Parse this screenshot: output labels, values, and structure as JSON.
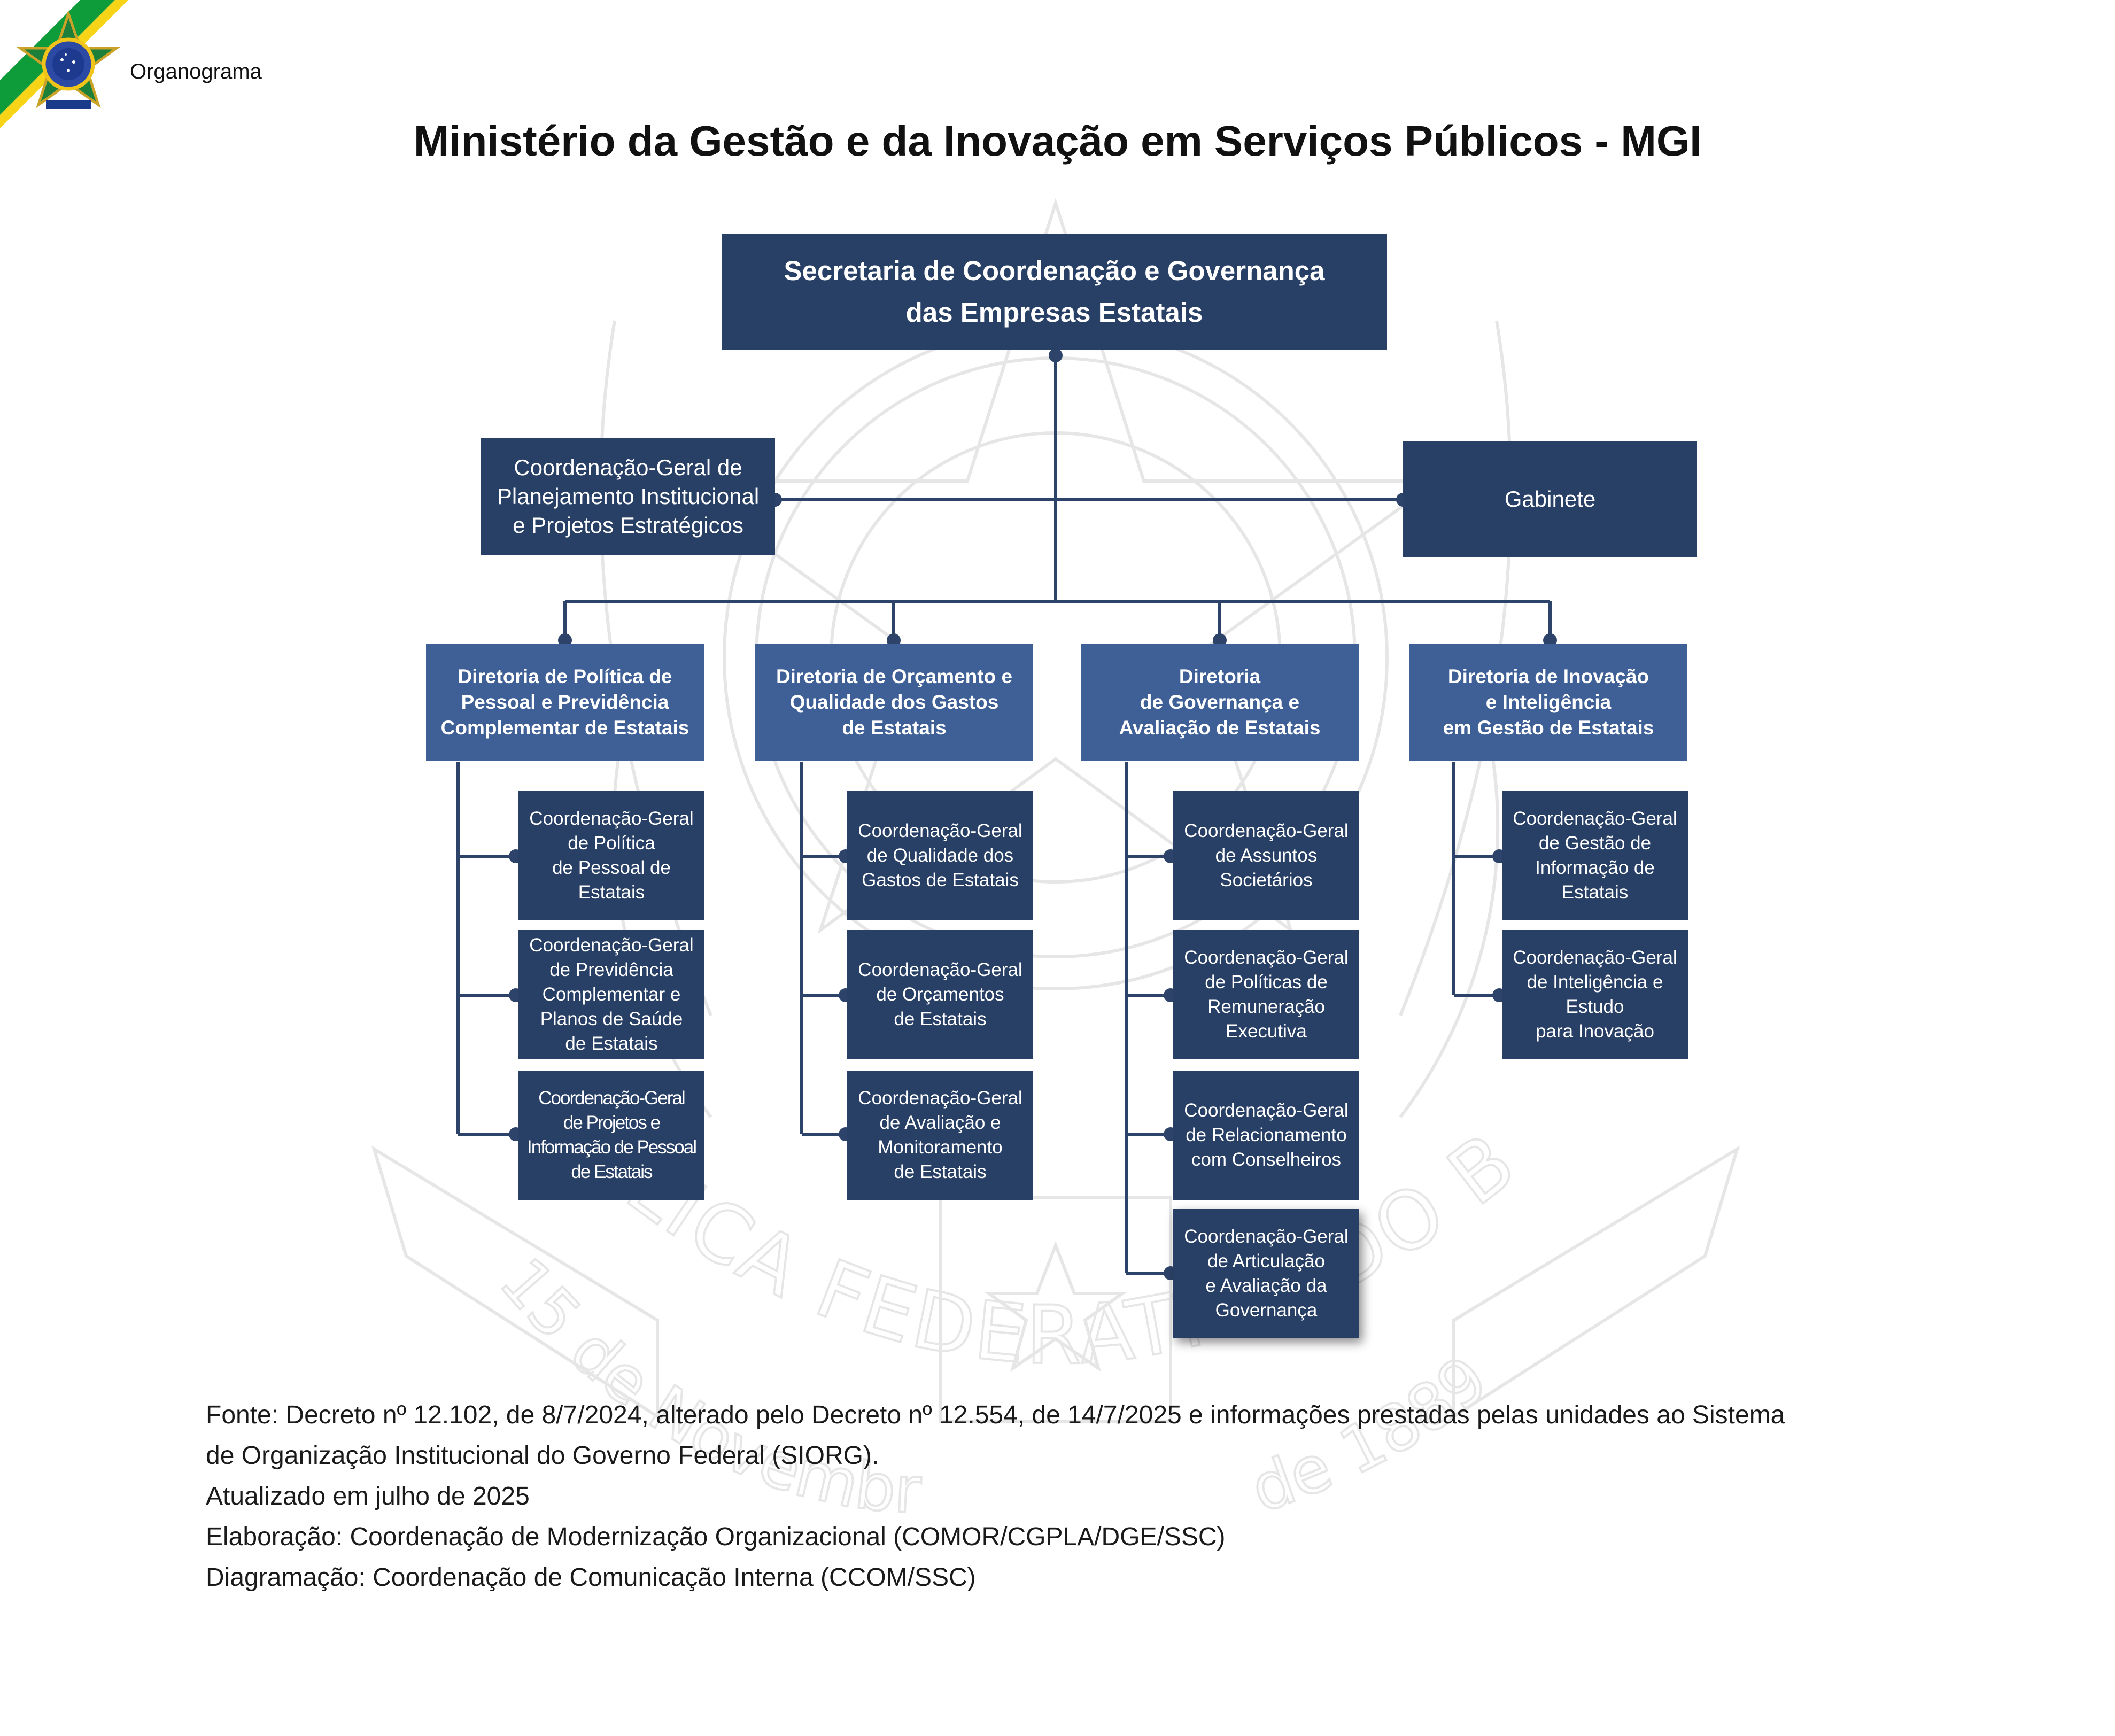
{
  "header": {
    "label": "Organograma"
  },
  "title": "Ministério da Gestão e da Inovação em Serviços Públicos - MGI",
  "colors": {
    "dark_box": "#283f66",
    "directorate_box": "#3f6096",
    "connector": "#2d4369",
    "flag_green": "#0e9b3a",
    "flag_yellow": "#f7d417"
  },
  "icons": {
    "emblem": "brazil-coat-of-arms-icon",
    "flag_corner": "brazil-flag-stripe-icon"
  },
  "org": {
    "top": "Secretaria de Coordenação e Governança\ndas Empresas Estatais",
    "staff_left": "Coordenação-Geral de\nPlanejamento Institucional\ne Projetos Estratégicos",
    "staff_right": "Gabinete",
    "directorates": [
      {
        "name": "Diretoria de Política de\nPessoal e Previdência\nComplementar de Estatais",
        "units": [
          "Coordenação-Geral\nde Política\nde Pessoal de\nEstatais",
          "Coordenação-Geral\nde Previdência\nComplementar e\nPlanos de Saúde\nde Estatais",
          "Coordenação-Geral\nde Projetos e\nInformação de Pessoal\nde Estatais"
        ]
      },
      {
        "name": "Diretoria de Orçamento e\nQualidade dos Gastos\nde Estatais",
        "units": [
          "Coordenação-Geral\nde Qualidade dos\nGastos de Estatais",
          "Coordenação-Geral\nde Orçamentos\nde Estatais",
          "Coordenação-Geral\nde Avaliação e\nMonitoramento\nde Estatais"
        ]
      },
      {
        "name": "Diretoria\nde Governança e\nAvaliação de Estatais",
        "units": [
          "Coordenação-Geral\nde Assuntos\nSocietários",
          "Coordenação-Geral\nde Políticas de\nRemuneração\nExecutiva",
          "Coordenação-Geral\nde Relacionamento\ncom Conselheiros",
          "Coordenação-Geral\nde Articulação\ne Avaliação da\nGovernança"
        ]
      },
      {
        "name": "Diretoria de Inovação\ne Inteligência\nem Gestão de Estatais",
        "units": [
          "Coordenação-Geral\nde Gestão de\nInformação de\nEstatais",
          "Coordenação-Geral\nde Inteligência e\nEstudo\npara Inovação"
        ]
      }
    ]
  },
  "watermark": {
    "ring_text": "REPÚBLICA FEDERATIVA DO BRASIL",
    "left_text": "15 de Novembro",
    "right_text": "de 1889"
  },
  "footer": {
    "lines": [
      "Fonte: Decreto nº 12.102, de 8/7/2024, alterado pelo Decreto nº 12.554, de 14/7/2025 e informações prestadas pelas unidades ao Sistema",
      "de Organização Institucional do Governo Federal (SIORG).",
      "Atualizado em julho de 2025",
      "Elaboração: Coordenação de Modernização Organizacional (COMOR/CGPLA/DGE/SSC)",
      "Diagramação: Coordenação de Comunicação Interna (CCOM/SSC)"
    ]
  }
}
